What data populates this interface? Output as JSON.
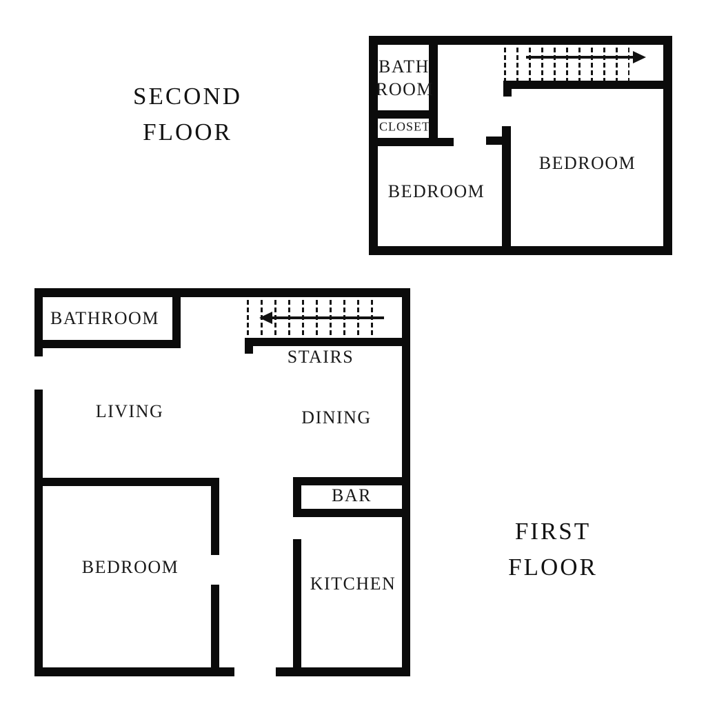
{
  "colors": {
    "wall": "#0b0b0b",
    "background": "#ffffff",
    "text": "#1a1a1a"
  },
  "second_floor": {
    "title_lines": [
      "SECOND",
      "FLOOR"
    ],
    "rooms": {
      "bathroom_lines": [
        "BATH",
        "ROOM"
      ],
      "closet": "CLOSET",
      "bedroom_left": "BEDROOM",
      "bedroom_right": "BEDROOM"
    },
    "stairs_arrow": "arrow-right"
  },
  "first_floor": {
    "title_lines": [
      "FIRST",
      "FLOOR"
    ],
    "rooms": {
      "bathroom": "BATHROOM",
      "stairs": "STAIRS",
      "living": "LIVING",
      "dining": "DINING",
      "bar": "BAR",
      "bedroom": "BEDROOM",
      "kitchen": "KITCHEN"
    },
    "stairs_arrow": "arrow-left"
  }
}
